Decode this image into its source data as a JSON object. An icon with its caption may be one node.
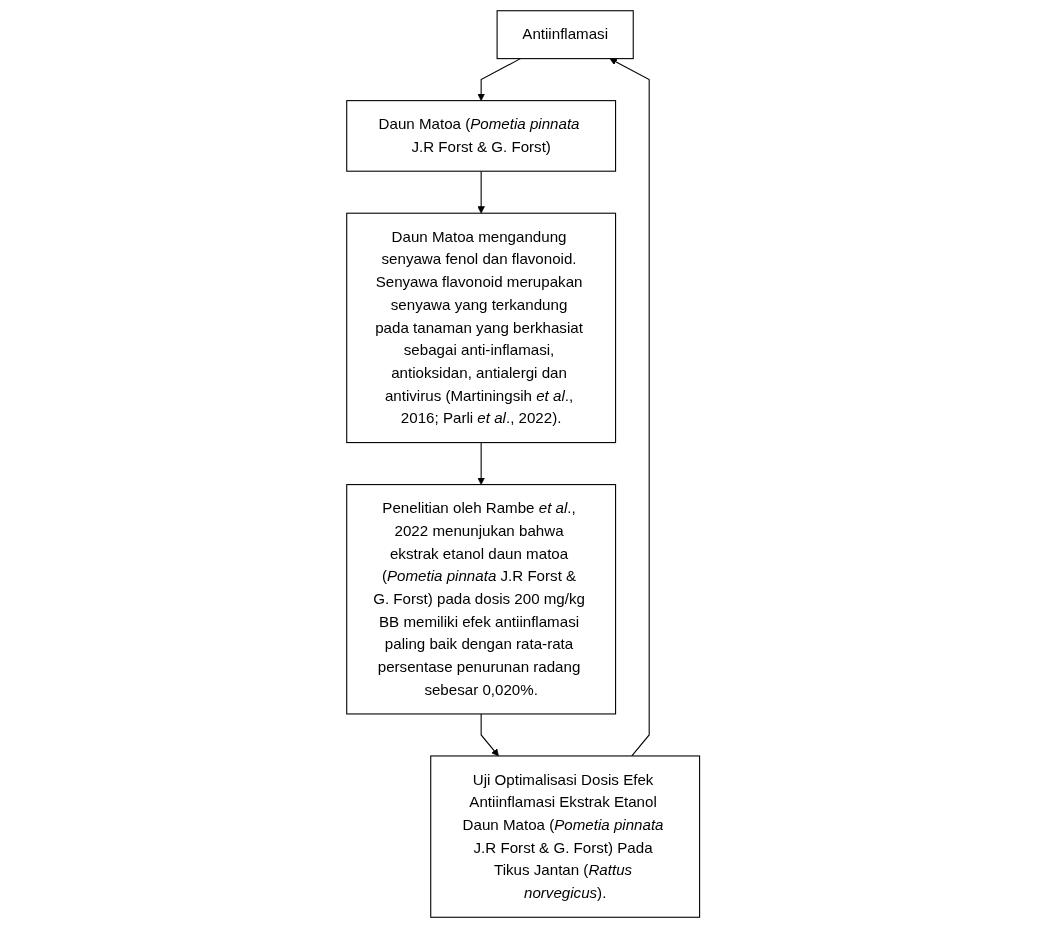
{
  "diagram": {
    "nodes": [
      {
        "text": [
          "Antiinflamasi"
        ]
      },
      {
        "text": [
          "Daun Matoa (*Pometia pinnata* J.R Forst & G. Forst)"
        ]
      },
      {
        "text": [
          "Daun Matoa mengandung senyawa fenol dan flavonoid. Senyawa flavonoid merupakan senyawa yang terkandung pada tanaman yang berkhasiat sebagai anti-inflamasi, antioksidan, antialergi dan antivirus (Martiningsih *et al*., 2016; Parli *et al*., 2022)."
        ]
      },
      {
        "text": [
          "Penelitian oleh Rambe *et al*., 2022 menunjukan bahwa ekstrak etanol daun matoa (*Pometia pinnata* J.R Forst & G. Forst) pada dosis 200 mg/kg BB memiliki efek antiinflamasi paling baik dengan rata-rata persentase penurunan radang sebesar 0,020%."
        ]
      },
      {
        "text": [
          "Uji Optimalisasi Dosis Efek Antiinflamasi Ekstrak Etanol Daun Matoa (*Pometia pinnata* J.R Forst & G. Forst) Pada Tikus Jantan (*Rattus norvegicus*)."
        ]
      }
    ],
    "edges": [
      {
        "from": 0,
        "to": 1,
        "arrow": "to"
      },
      {
        "from": 1,
        "to": 2,
        "arrow": "to"
      },
      {
        "from": 2,
        "to": 3,
        "arrow": "to"
      },
      {
        "from": 3,
        "to": 4,
        "arrow": "to"
      },
      {
        "from": 4,
        "to": 0,
        "arrow": "to"
      }
    ]
  }
}
